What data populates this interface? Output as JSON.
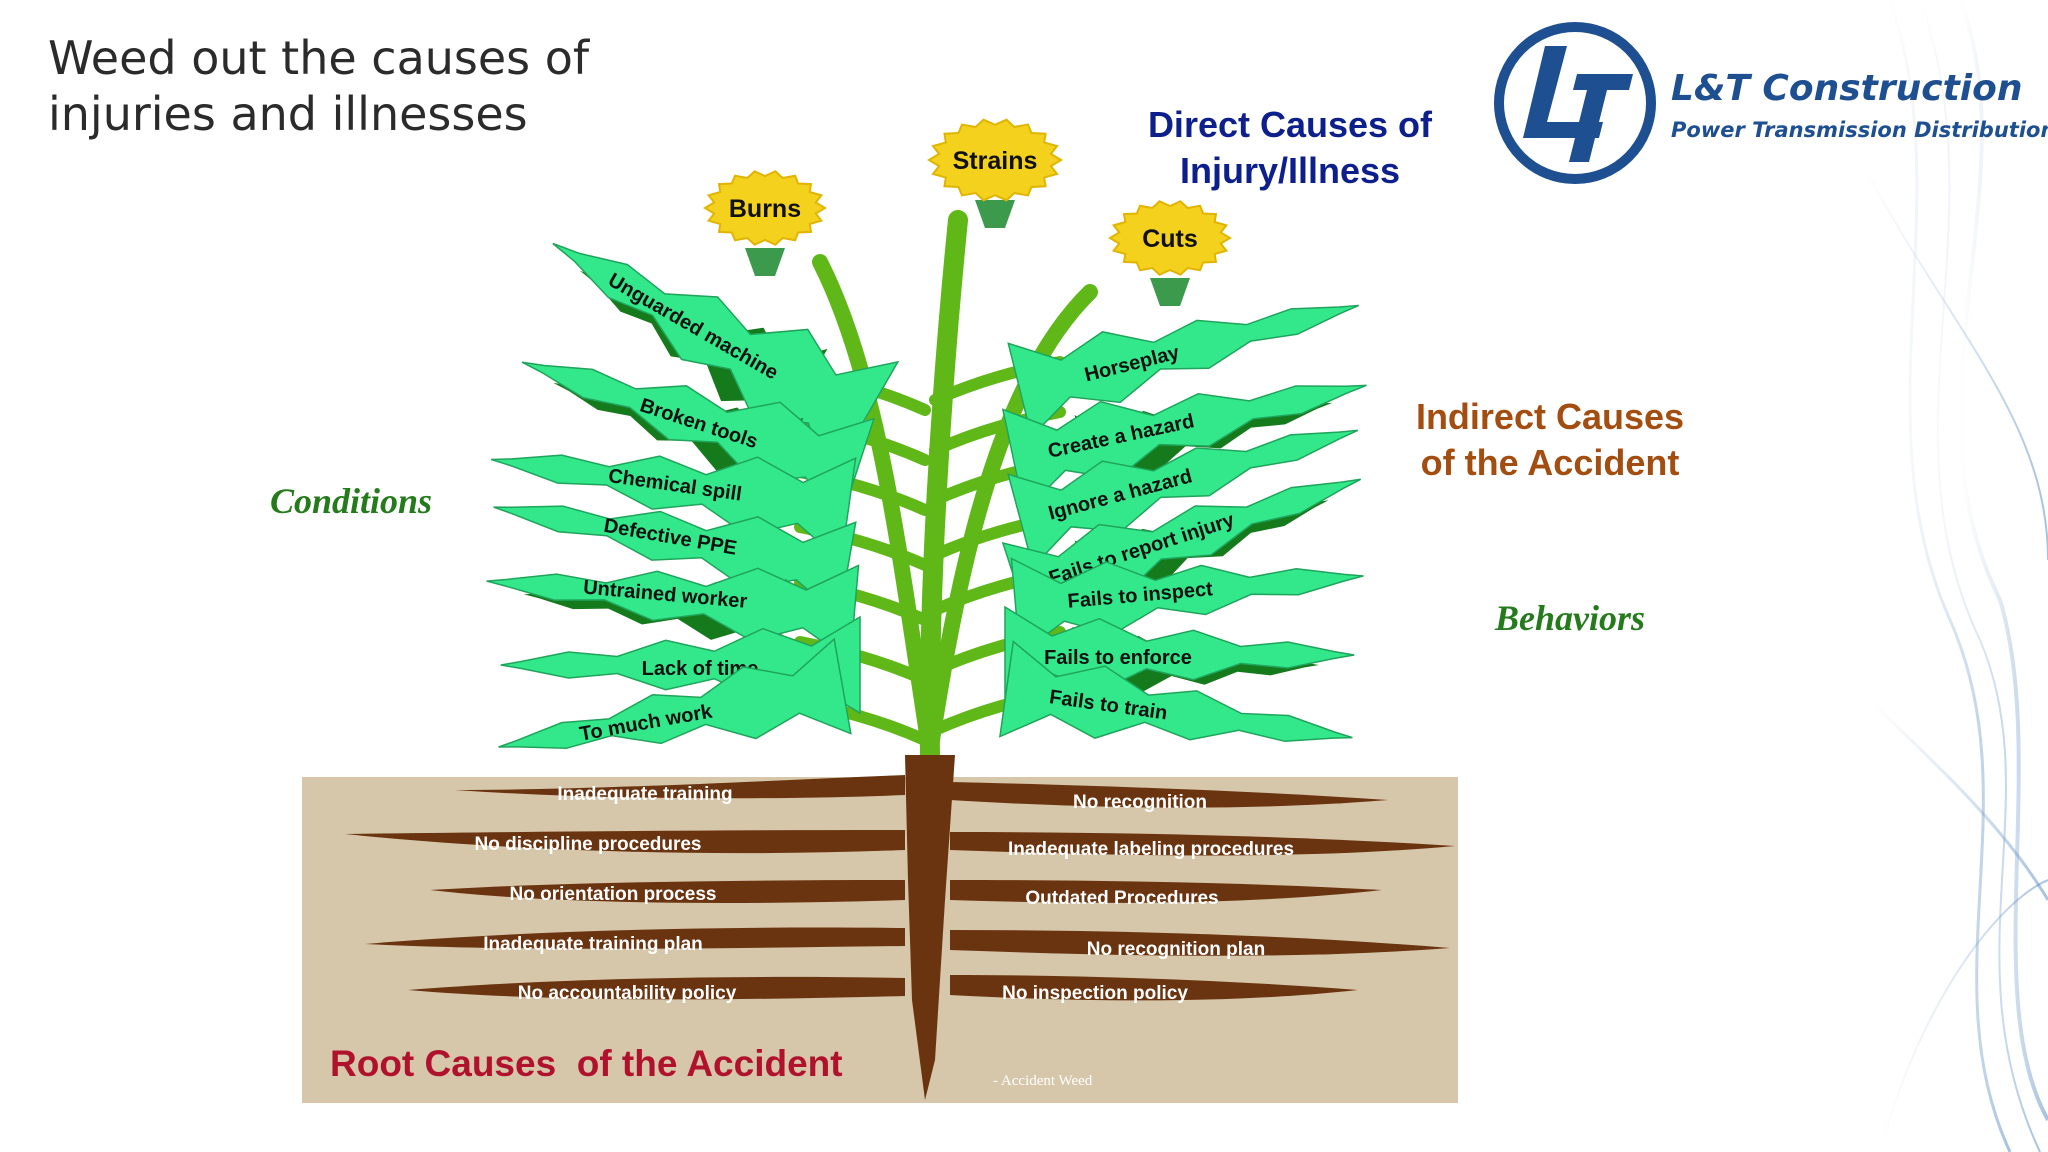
{
  "slide_title": "Weed out the causes of\ninjuries and illnesses",
  "logo": {
    "name": "L&T Construction",
    "subtitle": "Power Transmission Distribution",
    "color": "#1e4f91"
  },
  "direct_causes_heading": "Direct Causes of Injury/Illness",
  "indirect_causes_heading": "Indirect Causes of the Accident",
  "conditions_label": "Conditions",
  "behaviors_label": "Behaviors",
  "flowers": [
    "Burns",
    "Strains",
    "Cuts"
  ],
  "condition_leaves": [
    "Unguarded machine",
    "Broken tools",
    "Chemical spill",
    "Defective  PPE",
    "Untrained worker",
    "Lack of time",
    "To much work"
  ],
  "behavior_leaves": [
    "Horseplay",
    "Create a hazard",
    "Ignore a hazard",
    "Fails to report injury",
    "Fails to inspect",
    "Fails to enforce",
    "Fails to train"
  ],
  "roots_left": [
    "Inadequate training",
    "No discipline procedures",
    "No orientation process",
    "Inadequate training plan",
    "No accountability policy"
  ],
  "roots_right": [
    "No recognition",
    "Inadequate labeling procedures",
    "Outdated  Procedures",
    "No recognition plan",
    "No inspection policy"
  ],
  "root_causes_heading": "Root Causes  of the Accident",
  "caption": "- Accident Weed",
  "colors": {
    "leaf": "#33e88a",
    "leaf_shadow": "#157a1c",
    "stem": "#5fb818",
    "root": "#6b3410",
    "soil": "#d6c6aa",
    "flower": "#f4d11c",
    "direct_heading": "#0d1f8c",
    "indirect_heading": "#a34d10",
    "root_heading": "#b0122d"
  }
}
